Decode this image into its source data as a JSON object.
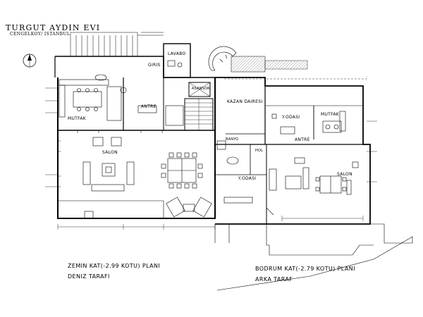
{
  "header": {
    "title": "TURGUT AYDIN EVI",
    "subtitle": "CENGELKOY/ ISTANBUL"
  },
  "captions": {
    "ground_plan": "ZEMIN KAT(-2.99 KOTU) PLANI",
    "ground_side": "DENIZ TARAFI",
    "basement_plan": "BODRUM KAT(-2.79 KOTU) PLANI",
    "basement_side": "ARKA TARAF"
  },
  "ground_floor_rooms": {
    "lavabo": "LAVABO",
    "giris": "GIRIS",
    "asansor": "ASANSOR",
    "antre": "ANTRE",
    "mutfak": "MUTFAK",
    "salon": "SALON"
  },
  "basement_rooms": {
    "kazan_dairesi": "KAZAN DAIRESI",
    "y_odasi_upper": "Y.ODASI",
    "mutfak": "MUTFAK",
    "antre": "ANTRE",
    "banyo": "BANYO",
    "hol": "HOL",
    "y_odasi_lower": "Y.ODASI",
    "salon": "SALON"
  },
  "colors": {
    "ink": "#000000",
    "paper": "#ffffff",
    "hatch": "#555555"
  }
}
